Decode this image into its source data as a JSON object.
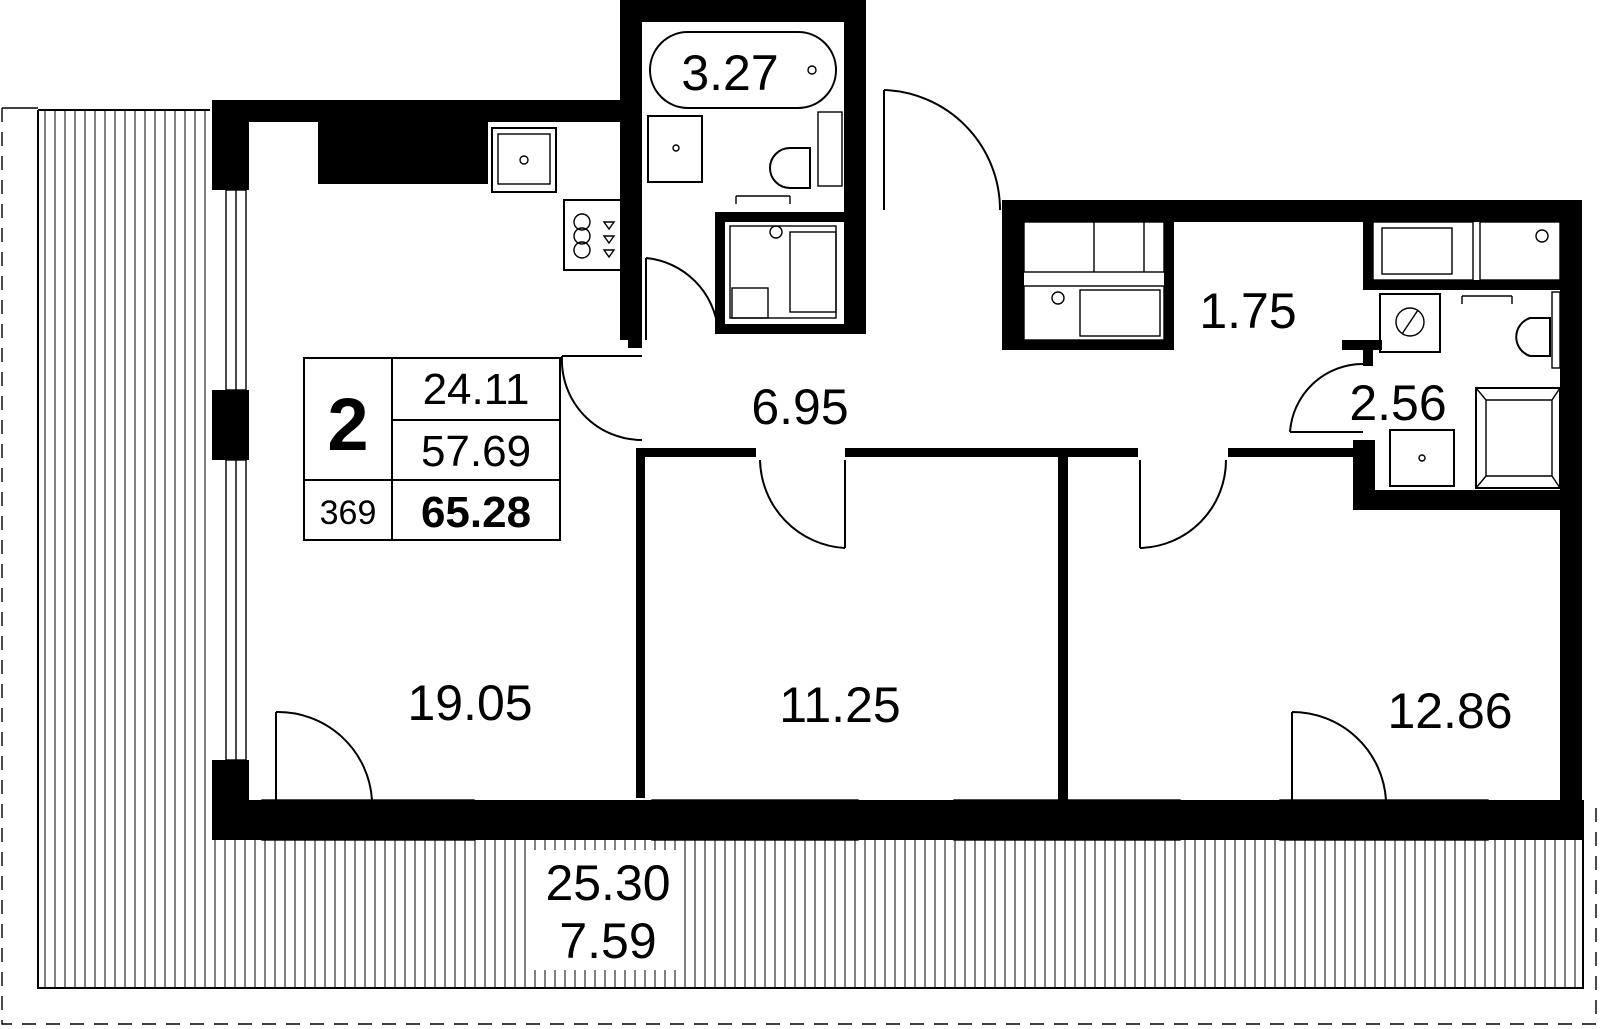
{
  "rooms": {
    "living_kitchen": "19.05",
    "hall": "6.95",
    "bedroom_1": "11.25",
    "bedroom_2": "12.86",
    "bathroom": "3.27",
    "wardrobe": "1.75",
    "shower_room": "2.56",
    "terrace_area": "25.30",
    "terrace_reduced": "7.59"
  },
  "info_box": {
    "rooms_count": "2",
    "living_area": "24.11",
    "total_area": "57.69",
    "unit_number": "369",
    "total_with_terrace": "65.28"
  }
}
